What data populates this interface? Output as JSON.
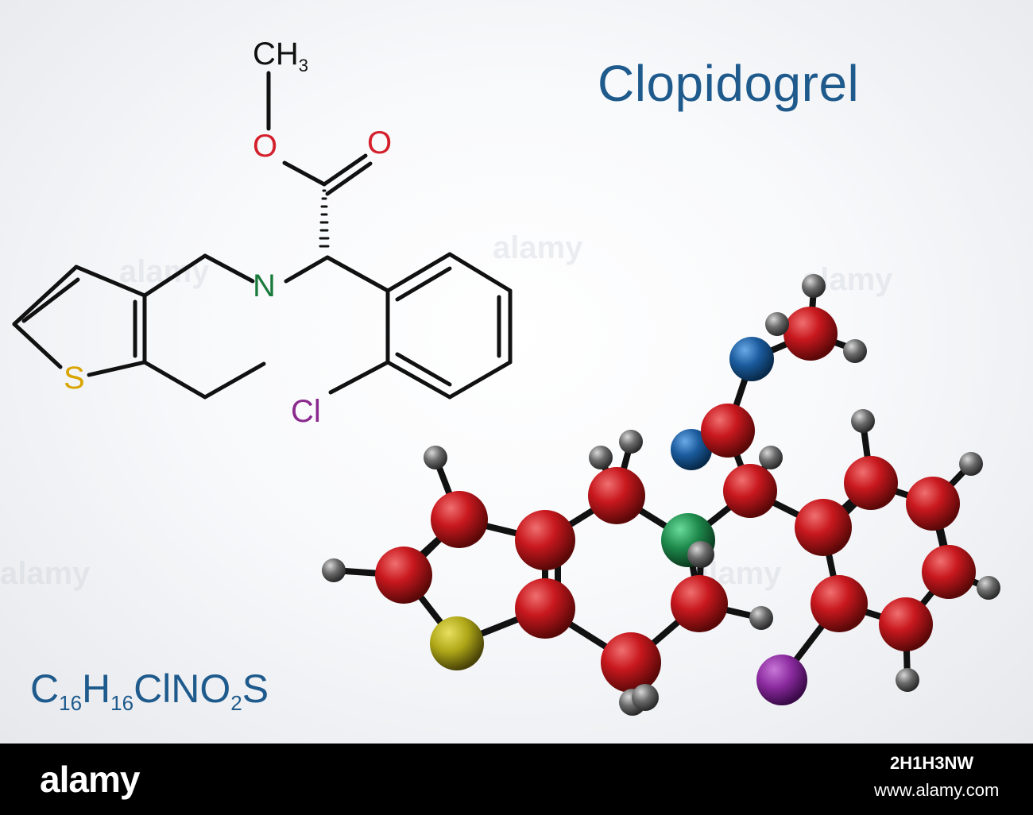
{
  "title": "Clopidogrel",
  "formula": {
    "c": "C",
    "c_count": "16",
    "h": "H",
    "h_count": "16",
    "rest": "ClNO",
    "o_count": "2",
    "s": "S"
  },
  "atom_labels": {
    "ch3_main": "CH",
    "ch3_sub": "3",
    "o_ether": "O",
    "o_carbonyl": "O",
    "n": "N",
    "s": "S",
    "cl": "Cl"
  },
  "colors": {
    "title": "#1e5a8c",
    "oxygen_label": "#d4202c",
    "nitrogen_label": "#1a7a3c",
    "sulfur_label": "#d9a400",
    "chlorine_label": "#8a2a8e",
    "carbon_sphere": "#c8181e",
    "hydrogen_sphere": "#6a6a6a",
    "nitrogen_sphere": "#1e8a4c",
    "oxygen_sphere": "#1a5a9c",
    "sulfur_sphere": "#b0a818",
    "chlorine_sphere": "#8a2a9e"
  },
  "watermark": "alamy",
  "footer": {
    "logo": "alamy",
    "image_id": "2H1H3NW",
    "url": "www.alamy.com"
  }
}
